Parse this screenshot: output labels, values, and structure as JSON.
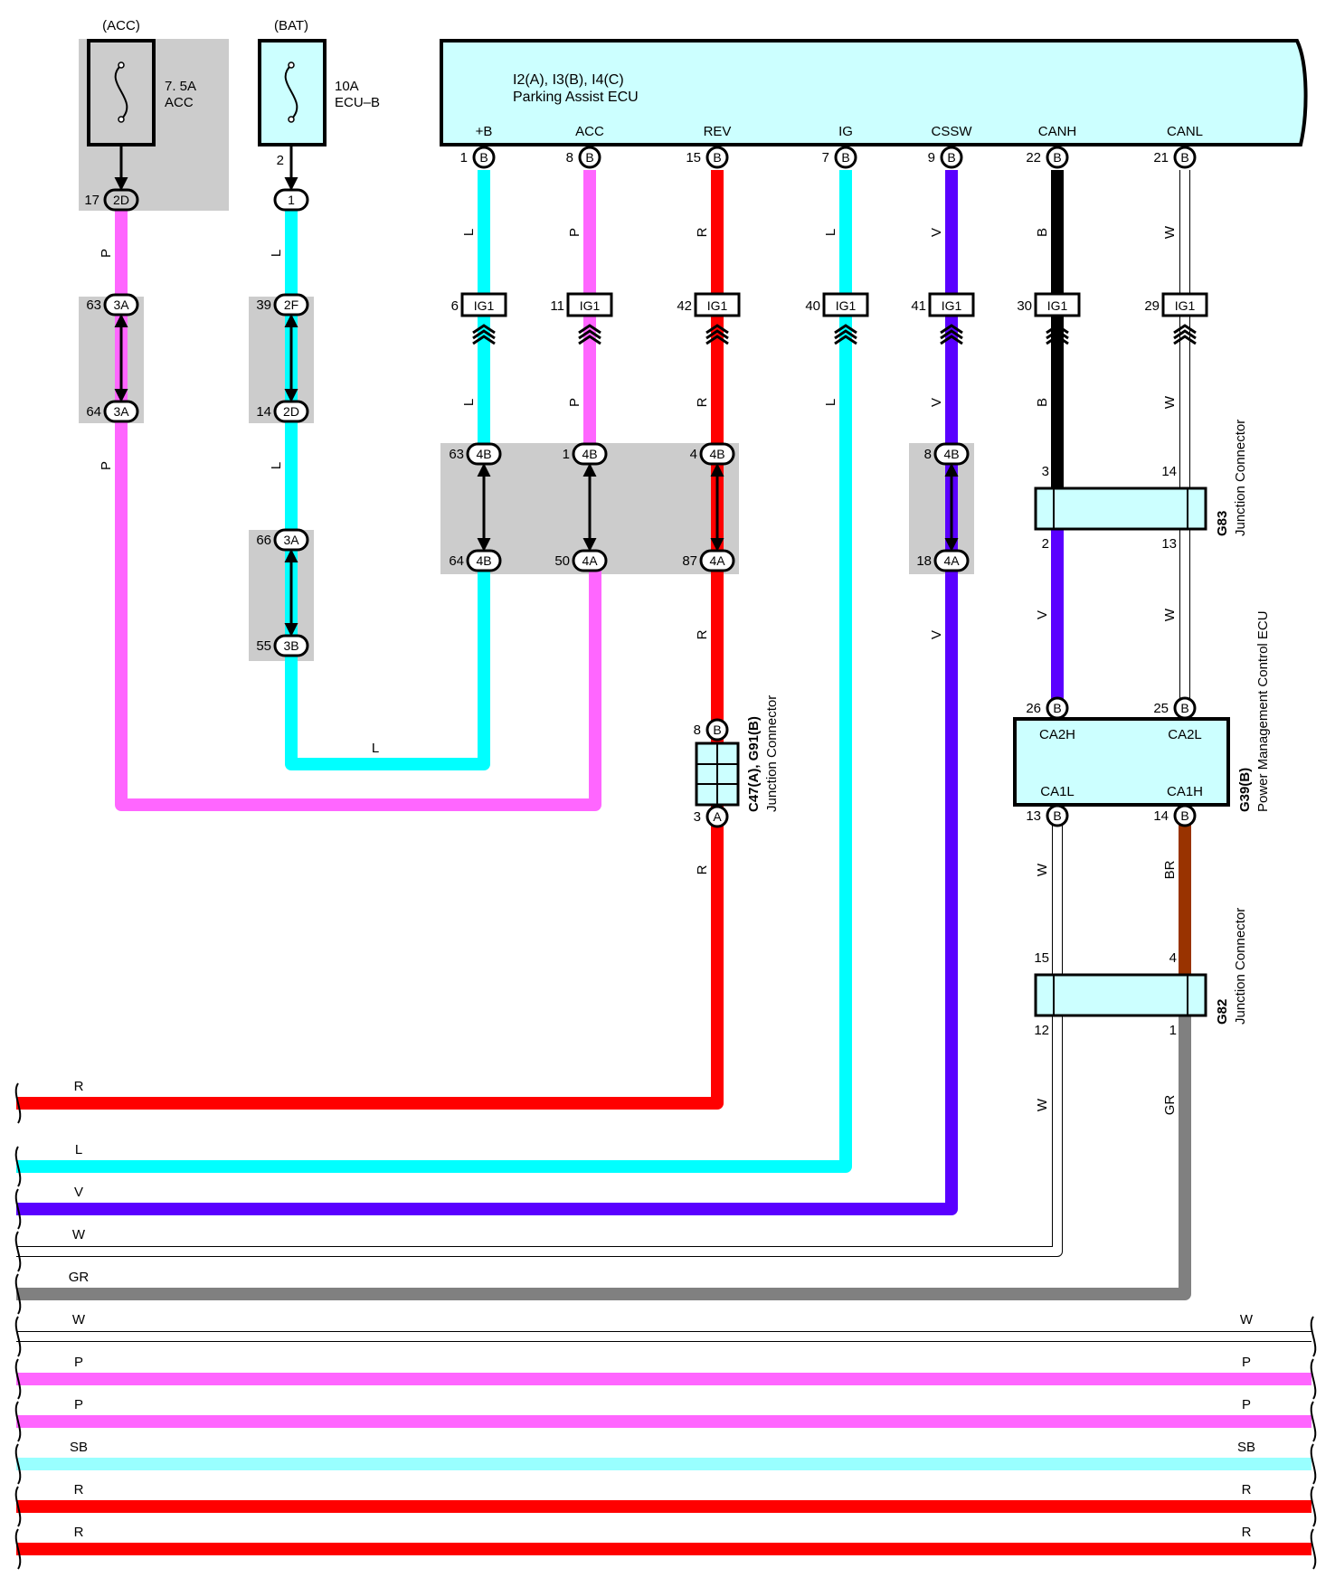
{
  "fuses": [
    {
      "source": "(ACC)",
      "rating": "7. 5A",
      "name": "ACC",
      "out_pin": "17",
      "out_conn": "2D"
    },
    {
      "source": "(BAT)",
      "rating": "10A",
      "name": "ECU–B",
      "term": "2",
      "out_conn": "1"
    }
  ],
  "ecu": {
    "title": "I2(A), I3(B), I4(C)",
    "subtitle": "Parking Assist ECU",
    "pins": [
      {
        "label": "+B",
        "pin": "1",
        "conn": "B",
        "color": "L"
      },
      {
        "label": "ACC",
        "pin": "8",
        "conn": "B",
        "color": "P"
      },
      {
        "label": "REV",
        "pin": "15",
        "conn": "B",
        "color": "R"
      },
      {
        "label": "IG",
        "pin": "7",
        "conn": "B",
        "color": "L"
      },
      {
        "label": "CSSW",
        "pin": "9",
        "conn": "B",
        "color": "V"
      },
      {
        "label": "CANH",
        "pin": "22",
        "conn": "B",
        "color": "B"
      },
      {
        "label": "CANL",
        "pin": "21",
        "conn": "B",
        "color": "W"
      }
    ]
  },
  "ig1_connectors": [
    {
      "pin": "6",
      "code": "IG1"
    },
    {
      "pin": "11",
      "code": "IG1"
    },
    {
      "pin": "42",
      "code": "IG1"
    },
    {
      "pin": "40",
      "code": "IG1"
    },
    {
      "pin": "41",
      "code": "IG1"
    },
    {
      "pin": "30",
      "code": "IG1"
    },
    {
      "pin": "29",
      "code": "IG1"
    }
  ],
  "splices": {
    "acc_3a": [
      {
        "pin": "63",
        "conn": "3A"
      },
      {
        "pin": "64",
        "conn": "3A"
      }
    ],
    "bat_2f": [
      {
        "pin": "39",
        "conn": "2F"
      },
      {
        "pin": "14",
        "conn": "2D"
      }
    ],
    "bat_3a": [
      {
        "pin": "66",
        "conn": "3A"
      },
      {
        "pin": "55",
        "conn": "3B"
      }
    ],
    "middle_top": [
      {
        "pin": "63",
        "conn": "4B"
      },
      {
        "pin": "1",
        "conn": "4B"
      },
      {
        "pin": "4",
        "conn": "4B"
      }
    ],
    "middle_bot": [
      {
        "pin": "64",
        "conn": "4B"
      },
      {
        "pin": "50",
        "conn": "4A"
      },
      {
        "pin": "87",
        "conn": "4A"
      }
    ],
    "csw": [
      {
        "pin": "8",
        "conn": "4B"
      },
      {
        "pin": "18",
        "conn": "4A"
      }
    ]
  },
  "wire_labels": {
    "acc_upper": "P",
    "acc_lower": "P",
    "bat_upper": "L",
    "bat_mid": "L",
    "bat_bottom": "L",
    "b_after": "L",
    "acc2_after": "P",
    "rev_after": "R",
    "ig_after": "L",
    "csw_after": "V",
    "canh_after": "B",
    "canl_after": "W",
    "rev_lower": "R",
    "rev_below": "R",
    "csw_lower": "V",
    "g83_left": "V",
    "g83_right": "W",
    "g39_left": "W",
    "g39_right": "BR",
    "g82_left": "W",
    "g82_right": "GR"
  },
  "c47": {
    "name": "C47(A), G91(B)",
    "desc": "Junction Connector",
    "top_pin": "8",
    "top_conn": "B",
    "bot_pin": "3",
    "bot_conn": "A"
  },
  "g83": {
    "name": "G83",
    "desc": "Junction Connector",
    "pins": [
      "3",
      "14",
      "2",
      "13"
    ]
  },
  "g39": {
    "name": "G39(B)",
    "desc": "Power Management Control ECU",
    "top_pins": [
      {
        "pin": "26",
        "conn": "B"
      },
      {
        "pin": "25",
        "conn": "B"
      }
    ],
    "bot_pins": [
      {
        "pin": "13",
        "conn": "B"
      },
      {
        "pin": "14",
        "conn": "B"
      }
    ],
    "labels": [
      "CA2H",
      "CA2L",
      "CA1L",
      "CA1H"
    ]
  },
  "g82": {
    "name": "G82",
    "desc": "Junction Connector",
    "pins": [
      "15",
      "4",
      "12",
      "1"
    ]
  },
  "bus_lines": [
    {
      "left": "R",
      "right": "",
      "color": "#ff0000"
    },
    {
      "left": "L",
      "right": "",
      "color": "#00ffff"
    },
    {
      "left": "V",
      "right": "",
      "color": "#5a00ff"
    },
    {
      "left": "W",
      "right": "",
      "color": "#ffffff"
    },
    {
      "left": "GR",
      "right": "",
      "color": "#808080"
    },
    {
      "left": "W",
      "right": "W",
      "color": "#ffffff"
    },
    {
      "left": "P",
      "right": "P",
      "color": "#ff66ff"
    },
    {
      "left": "P",
      "right": "P",
      "color": "#ff66ff"
    },
    {
      "left": "SB",
      "right": "SB",
      "color": "#99ffff"
    },
    {
      "left": "R",
      "right": "R",
      "color": "#ff0000"
    },
    {
      "left": "R",
      "right": "R",
      "color": "#ff0000"
    }
  ],
  "colors": {
    "L": "#00ffff",
    "P": "#ff66ff",
    "R": "#ff0000",
    "V": "#5a00ff",
    "B": "#000000",
    "W": "#ffffff",
    "BR": "#993300",
    "GR": "#808080",
    "SB": "#99ffff",
    "component": "#ccffff",
    "splice_bg": "#cccccc"
  }
}
